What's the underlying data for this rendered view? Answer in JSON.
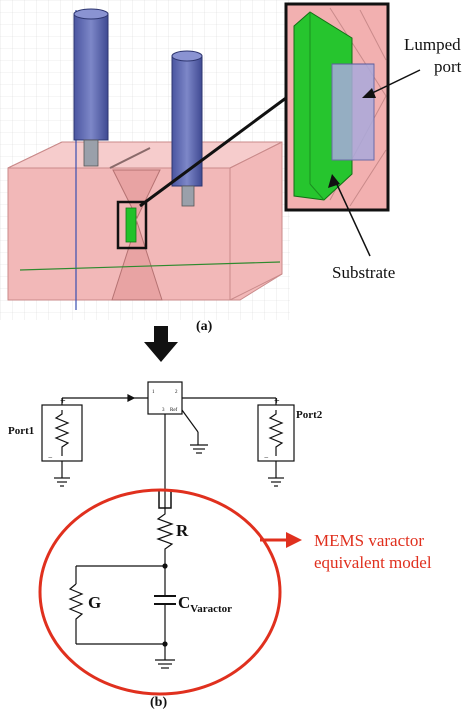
{
  "panel_a": {
    "caption": "(a)",
    "callout_lumped_port": [
      "Lumped",
      "port"
    ],
    "callout_substrate": "Substrate"
  },
  "panel_b": {
    "caption": "(b)",
    "port1_label": "Port1",
    "port2_label": "Port2",
    "resistor_label": "R",
    "conductance_label": "G",
    "capacitor_label_main": "C",
    "capacitor_label_sub": "Varactor",
    "mems_label_line1": "MEMS varactor",
    "mems_label_line2": "equivalent model",
    "port_terminal_plus": "+",
    "port_terminal_minus": "−",
    "block_pin_1": "1",
    "block_pin_2": "2",
    "block_pin_3": "3",
    "block_pin_4": "Ref"
  },
  "colors": {
    "substrate_pink": "#f2b8b8",
    "cylinder_blue": "#5a66b0",
    "patch_green": "#22c22a",
    "mems_red": "#e0301e",
    "frame_dark": "#1a1a1a"
  }
}
